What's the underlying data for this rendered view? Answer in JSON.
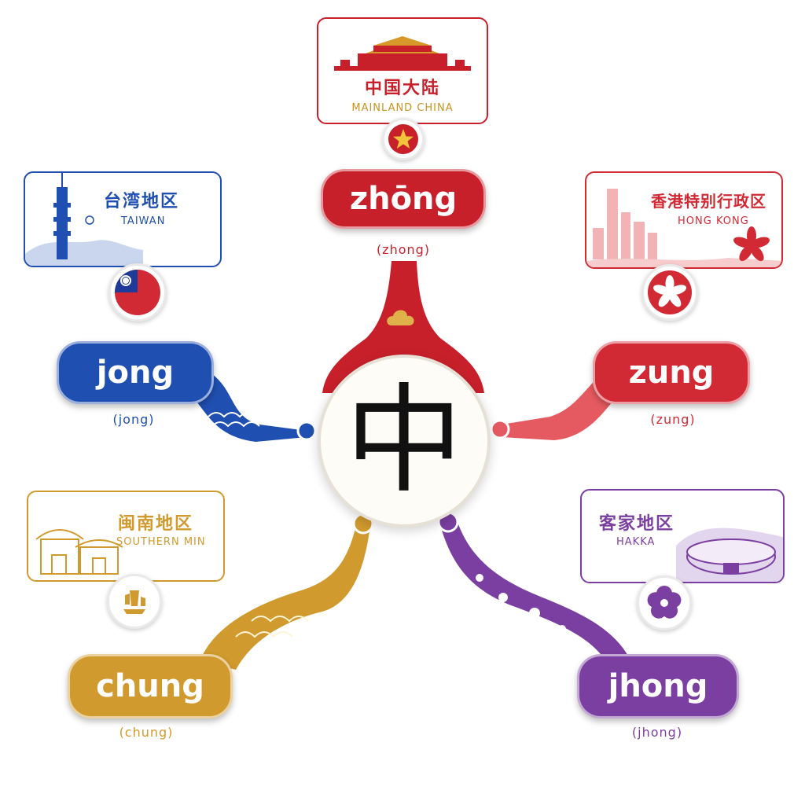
{
  "center": {
    "character": "中"
  },
  "colors": {
    "mainland": "#c8202b",
    "taiwan": "#1f4fb0",
    "hongkong": "#d22a35",
    "minnan": "#d19a2e",
    "hakka": "#7a3fa0"
  },
  "regions": {
    "mainland": {
      "zh": "中国大陆",
      "en": "MAINLAND CHINA",
      "romanization": "zhōng",
      "caption": "(zhong)",
      "badge_icon": "star-icon"
    },
    "taiwan": {
      "zh": "台湾地区",
      "en": "TAIWAN",
      "romanization": "jong",
      "caption": "(jong)",
      "badge_icon": "taiwan-flag-icon"
    },
    "hongkong": {
      "zh": "香港特别行政区",
      "en": "HONG KONG",
      "romanization": "zung",
      "caption": "(zung)",
      "badge_icon": "bauhinia-icon"
    },
    "minnan": {
      "zh": "闽南地区",
      "en": "SOUTHERN MIN",
      "romanization": "chung",
      "caption": "(chung)",
      "badge_icon": "junk-boat-icon"
    },
    "hakka": {
      "zh": "客家地区",
      "en": "HAKKA",
      "romanization": "jhong",
      "caption": "(jhong)",
      "badge_icon": "plum-blossom-icon"
    }
  }
}
